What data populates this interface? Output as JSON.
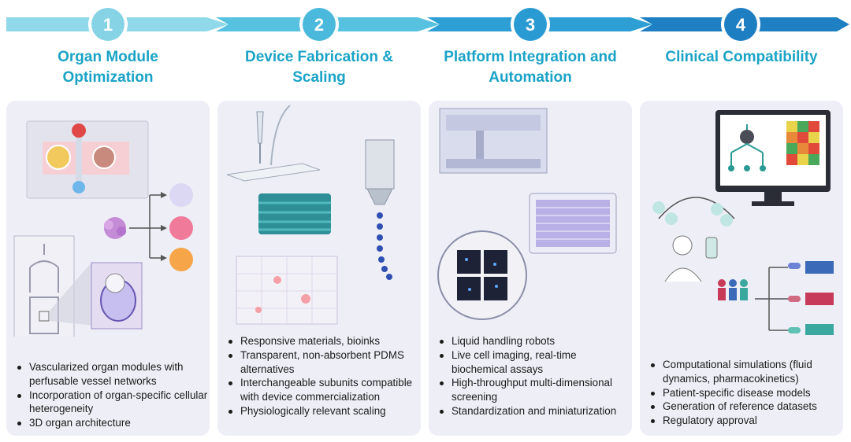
{
  "steps": [
    {
      "number": "1",
      "title_line1": "Organ Module",
      "title_line2": "Optimization",
      "bullets": [
        "Vascularized organ modules with perfusable vessel networks",
        "Incorporation of organ-specific cellular heterogeneity",
        "3D organ architecture"
      ]
    },
    {
      "number": "2",
      "title_line1": "Device Fabrication &",
      "title_line2": "Scaling",
      "bullets": [
        "Responsive materials, bioinks",
        "Transparent, non-absorbent PDMS alternatives",
        "Interchangeable subunits compatible with device commercialization",
        "Physiologically relevant scaling"
      ]
    },
    {
      "number": "3",
      "title_line1": "Platform Integration and",
      "title_line2": "Automation",
      "bullets": [
        "Liquid handling robots",
        "Live cell imaging, real-time biochemical assays",
        "High-throughput multi-dimensional screening",
        "Standardization and miniaturization"
      ]
    },
    {
      "number": "4",
      "title_line1": "Clinical Compatibility",
      "title_line2": "",
      "bullets": [
        "Computational simulations (fluid dynamics, pharmacokinetics)",
        "Patient-specific disease models",
        "Generation of reference datasets",
        "Regulatory approval"
      ]
    }
  ],
  "colors": {
    "arrow_light": "#7ed3e6",
    "arrow_dark": "#1f86c4",
    "title": "#1aa3c6",
    "panel_bg": "#eeeef7"
  }
}
